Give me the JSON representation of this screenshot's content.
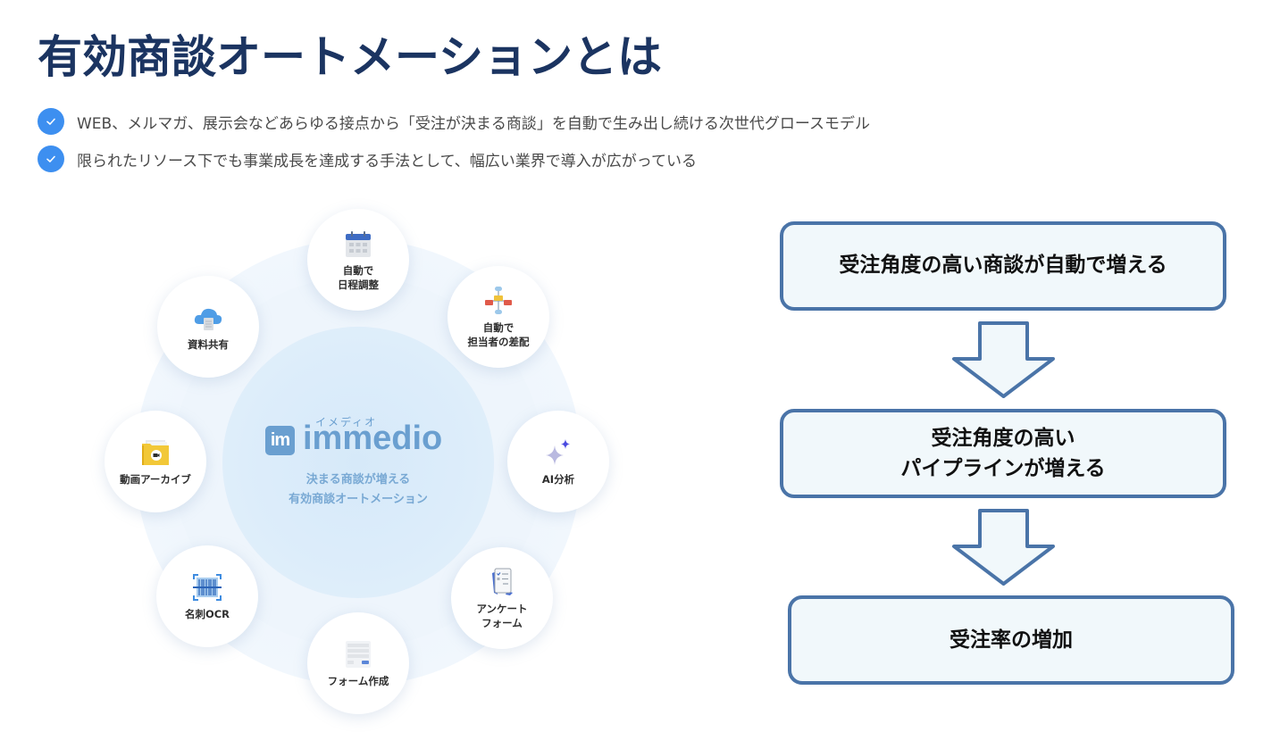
{
  "title": "有効商談オートメーションとは",
  "bullets": [
    {
      "icon": "check-icon",
      "text": "WEB、メルマガ、展示会などあらゆる接点から「受注が決まる商談」を自動で生み出し続ける次世代グロースモデル"
    },
    {
      "icon": "check-icon",
      "text": "限られたリソース下でも事業成長を達成する手法として、幅広い業界で導入が広がっている"
    }
  ],
  "hub": {
    "logo_kana": "イメディオ",
    "logo_mark": "im",
    "logo_word": "immedio",
    "subtitle_line1": "決まる商談が増える",
    "subtitle_line2": "有効商談オートメーション",
    "features": [
      {
        "icon": "calendar-icon",
        "label": "自動で\n日程調整"
      },
      {
        "icon": "flowchart-icon",
        "label": "自動で\n担当者の差配"
      },
      {
        "icon": "sparkle-icon",
        "label": "AI分析"
      },
      {
        "icon": "survey-icon",
        "label": "アンケート\nフォーム"
      },
      {
        "icon": "form-icon",
        "label": "フォーム作成"
      },
      {
        "icon": "barcode-scan-icon",
        "label": "名刺OCR"
      },
      {
        "icon": "video-folder-icon",
        "label": "動画アーカイブ"
      },
      {
        "icon": "cloud-document-icon",
        "label": "資料共有"
      }
    ]
  },
  "flow": {
    "steps": [
      {
        "text": "受注角度の高い商談が自動で増える"
      },
      {
        "text": "受注角度の高い\nパイプラインが増える"
      },
      {
        "text": "受注率の増加"
      }
    ],
    "arrow_icon": "down-arrow-icon"
  },
  "colors": {
    "title": "#1b3461",
    "check": "#3d8ff0",
    "flow_border": "#4a74a8",
    "flow_fill": "#f1f8fb",
    "logo": "#6a9fd0"
  }
}
